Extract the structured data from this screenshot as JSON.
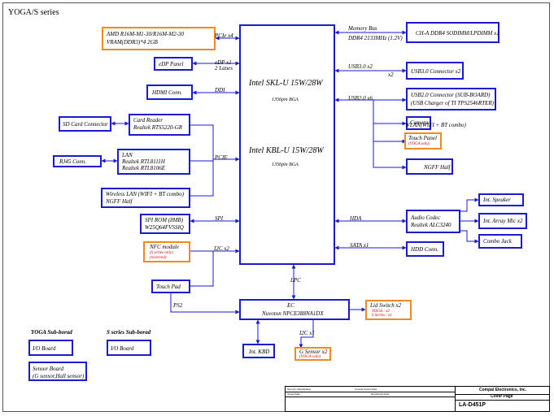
{
  "title": "YOGA/S series",
  "cpu": {
    "skl": "Intel SKL-U   15W/28W",
    "skl_pkg": "1356pin BGA",
    "kbl": "Intel KBL-U   15W/28W",
    "kbl_pkg": "1356pin BGA"
  },
  "gpu": {
    "line1": "AMD R16M-M1-30/R16M-M2-30",
    "line2": "VRAM(DDR3)*4 2GB"
  },
  "edp_panel": "eDP Panel",
  "hdmi_conn": "HDMI Conn.",
  "sd_conn": "SD Card Connector",
  "card_reader": {
    "line1": "Card Reader",
    "line2": "Realtek RTS5220-GR"
  },
  "rj45": "RJ45 Conn.",
  "lan": {
    "line1": "LAN",
    "line2": "Realtek RTL8111H",
    "line3": "Realtek RTL8106E"
  },
  "wlan": {
    "line1": "Wireless LAN (WIFI + BT combo)",
    "line2": "NGFF Half"
  },
  "spi_rom": {
    "line1": "SPI ROM (8MB)",
    "line2": "W25Q64FVSSIQ"
  },
  "nfc": {
    "line1": "NFC module",
    "line2": "(S series only)",
    "line3": "(reserved)"
  },
  "touch_pad": "Touch Pad",
  "memory": "CH-A DDR4 SODIMM/LPDIMM x1",
  "usb3_conn": "USB3.0 Connector x2",
  "usb2_conn": {
    "line1": "USB2.0 Connector (SUB-BOARD)",
    "line2": "(USB Charger of TI TPS2546RTER)"
  },
  "camera": "Camera",
  "wlan_right": "WLAN(WIFI + BT combo)",
  "touch_panel": {
    "line1": "Touch Panel",
    "line2": "(YOGA only)"
  },
  "ngff_half": "NGFF Half",
  "audio": {
    "line1": "Audio Codec",
    "line2": "Realtek ALC3240"
  },
  "int_speaker": "Int. Speaker",
  "int_mic": "Int. Array Mic x2",
  "combo_jack": "Combo Jack",
  "hdd": "HDD Conn.",
  "ec": {
    "line1": "EC",
    "line2": "Nuvoton NPCE388NA1DX"
  },
  "lid_switch": {
    "line1": "Lid Switch x2",
    "line2": "YOGA   :  x2",
    "line3": "S Series :  x1"
  },
  "int_kbd": "Int. KBD",
  "g_sensor": {
    "line1": "G Sensor x2",
    "line2": "(YOGA only)"
  },
  "bus": {
    "pcie_x4": "PCIe x4",
    "edp_x1": "eDP x1",
    "lanes": "2 Lanes",
    "ddi": "DDI",
    "pcie": "PCIE",
    "spi": "SPI",
    "i2c_x2": "I2C x2",
    "memory_bus": "Memory Bus",
    "ddr4": "DDR4 2133MHz (1.2V)",
    "usb3": "USB3.0 x2",
    "x2": "x2",
    "usb2": "USB2.0 x6",
    "hda": "HDA",
    "sata": "SATA x1",
    "lpc": "LPC",
    "ps2": "PS2",
    "i2c_x1": "I2C x1"
  },
  "yoga_sub": {
    "title": "YOGA Sub-borad",
    "io": "I/O Board",
    "sensor_l1": "Sensor Board",
    "sensor_l2": "(G sensor,Hall sensor)"
  },
  "s_sub": {
    "title": "S series Sub-borad",
    "io": "I/O Board"
  },
  "title_block": {
    "security": "Security Classification",
    "secret": "Compal Secret Data",
    "issued": "Issued Date",
    "deciphered": "Deciphered Date",
    "company": "Compal Electronics, Inc.",
    "page_title": "Cover Page",
    "model": "LA-D451P"
  },
  "colors": {
    "wire": "#1a1ad0",
    "box": "#1a1ad0",
    "optional": "#f08a24",
    "note": "#d00000"
  }
}
